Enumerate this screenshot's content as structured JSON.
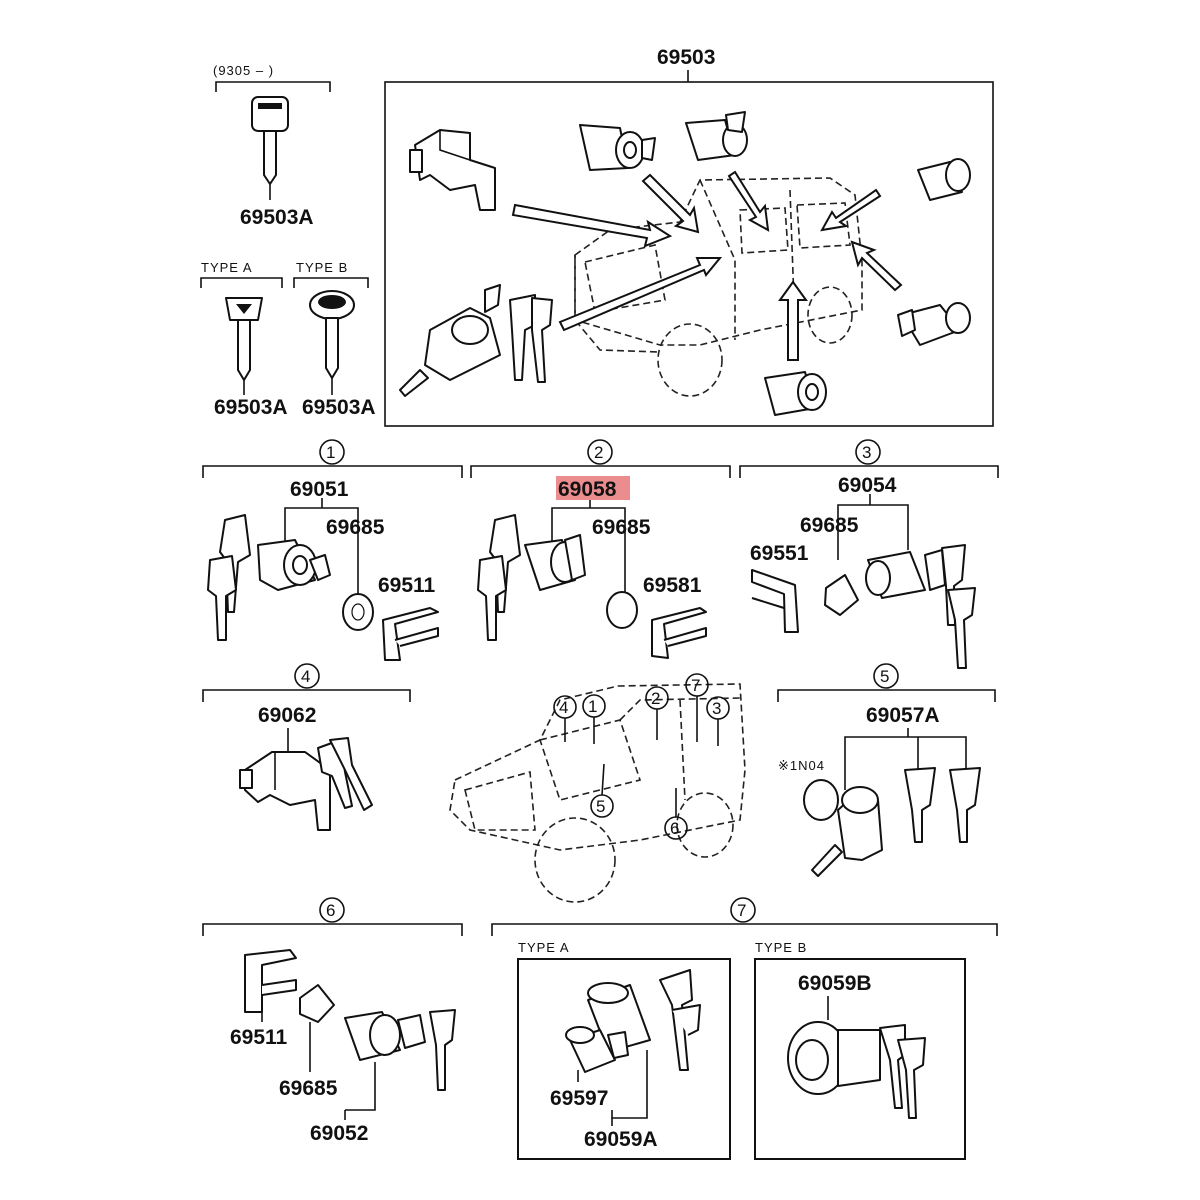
{
  "header_note": "(9305 –     )",
  "type_a": "TYPE  A",
  "type_b": "TYPE  B",
  "labels": {
    "p69503": "69503",
    "p69503A_top": "69503A",
    "p69503A_a": "69503A",
    "p69503A_b": "69503A",
    "g1_69051": "69051",
    "g1_69685": "69685",
    "g1_69511": "69511",
    "g2_69058": "69058",
    "g2_69685": "69685",
    "g2_69581": "69581",
    "g3_69054": "69054",
    "g3_69685": "69685",
    "g3_69551": "69551",
    "g4_69062": "69062",
    "g5_69057A": "69057A",
    "g5_n04": "※1N04",
    "g6_69511": "69511",
    "g6_69685": "69685",
    "g6_69052": "69052",
    "g7_type_a": "TYPE  A",
    "g7_type_b": "TYPE  B",
    "g7_69597": "69597",
    "g7_69059A": "69059A",
    "g7_69059B": "69059B"
  },
  "groups": {
    "n1": "1",
    "n2": "2",
    "n3": "3",
    "n4": "4",
    "n5": "5",
    "n6": "6",
    "n7": "7"
  },
  "highlight_color": "#e8797a"
}
